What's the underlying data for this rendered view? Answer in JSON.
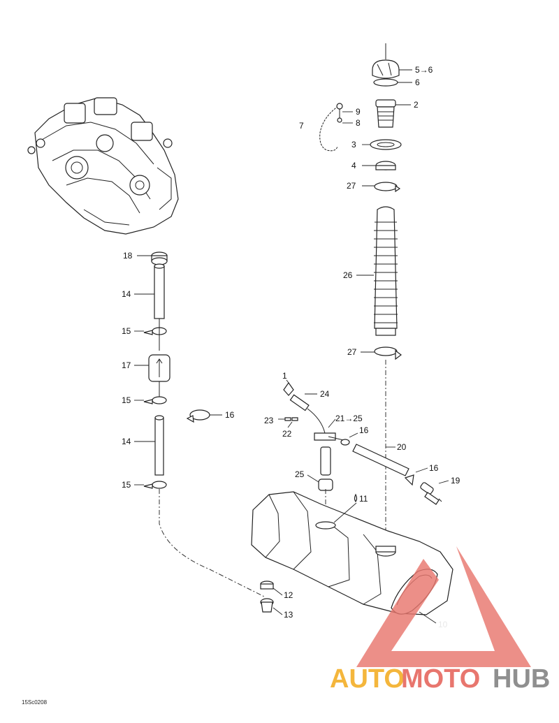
{
  "labels": [
    "5→6",
    "6",
    "2",
    "9",
    "8",
    "7",
    "3",
    "4",
    "27",
    "26",
    "27",
    "18",
    "14",
    "15",
    "17",
    "15",
    "16",
    "14",
    "15",
    "1",
    "24",
    "23",
    "22",
    "21→25",
    "16",
    "20",
    "25",
    "16",
    "19",
    "11",
    "12",
    "13",
    "10"
  ],
  "drawing_code": "15Sc0208",
  "watermark": {
    "auto": "AUTO",
    "moto": "MOTO",
    "hub": "HUB"
  },
  "colors": {
    "watermark_triangle": "#e8766e",
    "watermark_auto": "#f4b63c",
    "watermark_hub": "#8f8f8f",
    "line": "#222222"
  }
}
